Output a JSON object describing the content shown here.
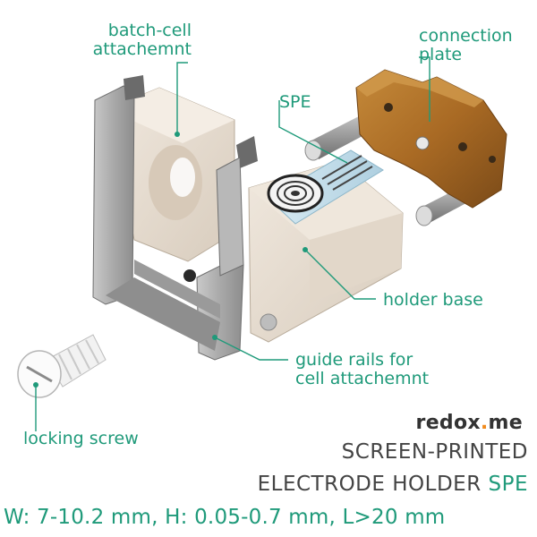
{
  "labels": {
    "batch_cell": [
      "batch-cell",
      "attachemnt"
    ],
    "connection_plate": [
      "connection",
      "plate"
    ],
    "spe": "SPE",
    "holder_base": "holder base",
    "guide_rails": [
      "guide rails for",
      "cell attachemnt"
    ],
    "locking_screw": "locking screw"
  },
  "brand": {
    "part1": "redox",
    "dot": ".",
    "part2": "me"
  },
  "title": {
    "line1": "SCREEN-PRINTED",
    "line2_prefix": "ELECTRODE HOLDER ",
    "line2_highlight": "SPE"
  },
  "specs": "W: 7-10.2 mm, H: 0.05-0.7 mm, L>20 mm",
  "colors": {
    "accent": "#1f9a7a",
    "brand_dot": "#f08a1c",
    "text_dark": "#444444"
  }
}
